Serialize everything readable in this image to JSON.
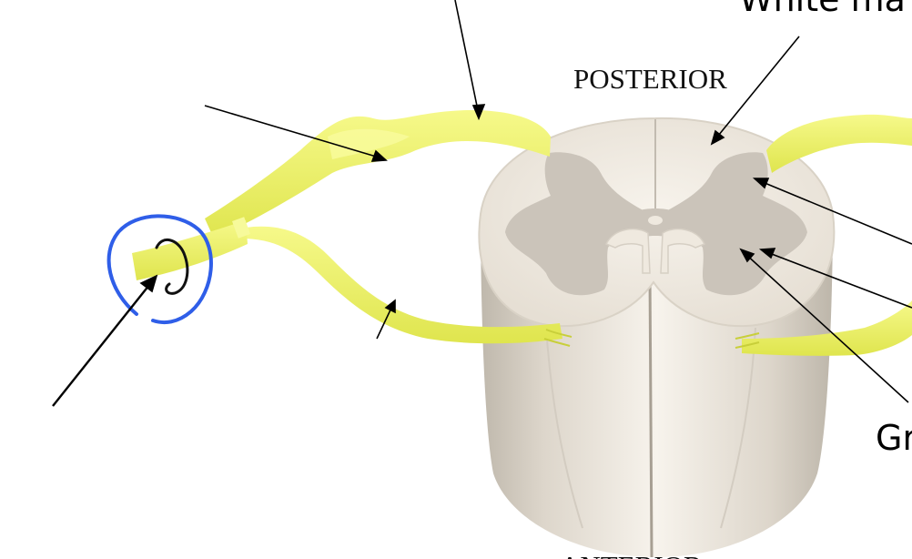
{
  "labels": {
    "posterior": "POSTERIOR",
    "anterior": "ANTERIOR",
    "white_matter": "White ma",
    "gray_matter": "Gr"
  },
  "colors": {
    "nerve": "#eef36a",
    "nerve_shadow": "#c8cf3a",
    "cord": "#efe9df",
    "gray_matter": "#cdc6bd",
    "annotation_blue": "#2f5ee8"
  }
}
